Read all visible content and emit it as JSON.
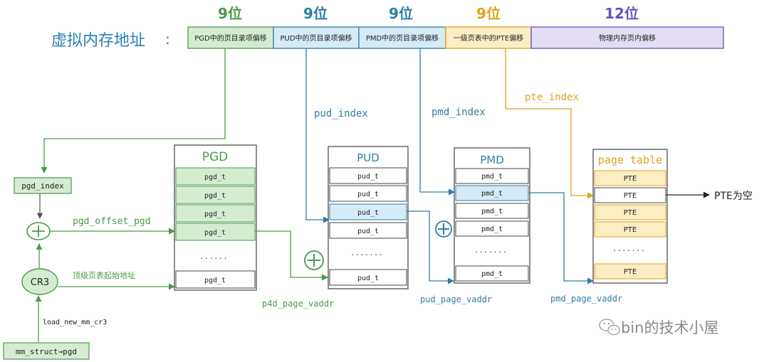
{
  "header": {
    "title": "虚拟内存地址",
    "colon": ":"
  },
  "bits": {
    "pgd": "9位",
    "pud": "9位",
    "pmd": "9位",
    "pte": "9位",
    "offset": "12位"
  },
  "address_fields": {
    "pgd": "PGD中的页目录项偏移",
    "pud": "PUD中的页目录项偏移",
    "pmd": "PMD中的页目录项偏移",
    "pte": "一级页表中的PTE偏移",
    "offset": "物理内存页内偏移"
  },
  "labels": {
    "pud_index": "pud_index",
    "pmd_index": "pmd_index",
    "pte_index": "pte_index",
    "pgd_index": "pgd_index",
    "pgd_offset_pgd": "pgd_offset_pgd",
    "top_table_start": "顶级页表起始地址",
    "cr3": "CR3",
    "load_new_mm_cr3": "load_new_mm_cr3",
    "mm_struct_pgd": "mm_struct→pgd",
    "p4d_page_vaddr": "p4d_page_vaddr",
    "pud_page_vaddr": "pud_page_vaddr",
    "pmd_page_vaddr": "pmd_page_vaddr",
    "pte_empty": "PTE为空",
    "plus": "+"
  },
  "tables": {
    "pgd": {
      "title": "PGD",
      "rows": [
        "pgd_t",
        "pgd_t",
        "pgd_t",
        "pgd_t",
        "......",
        "pgd_t"
      ]
    },
    "pud": {
      "title": "PUD",
      "rows": [
        "pud_t",
        "pud_t",
        "pud_t",
        "pud_t",
        ".......",
        "pud_t"
      ]
    },
    "pmd": {
      "title": "PMD",
      "rows": [
        "pmd_t",
        "pmd_t",
        "pmd_t",
        "pmd_t",
        ".......",
        "pmd_t"
      ]
    },
    "pte": {
      "title": "page table",
      "rows": [
        "PTE",
        "PTE",
        "PTE",
        "PTE",
        ".......",
        "PTE"
      ]
    }
  },
  "watermark": {
    "text": "bin的技术小屋",
    "icon": "wechat-icon"
  },
  "colors": {
    "green": "#4a9a4a",
    "green_fill": "#d6ecd2",
    "teal": "#2e7ea3",
    "teal_fill": "#d6ebf5",
    "orange": "#e0a21e",
    "orange_fill": "#fbedc4",
    "purple": "#6a4fc0",
    "purple_fill": "#e4def5",
    "title_blue": "#2a7fb8"
  }
}
